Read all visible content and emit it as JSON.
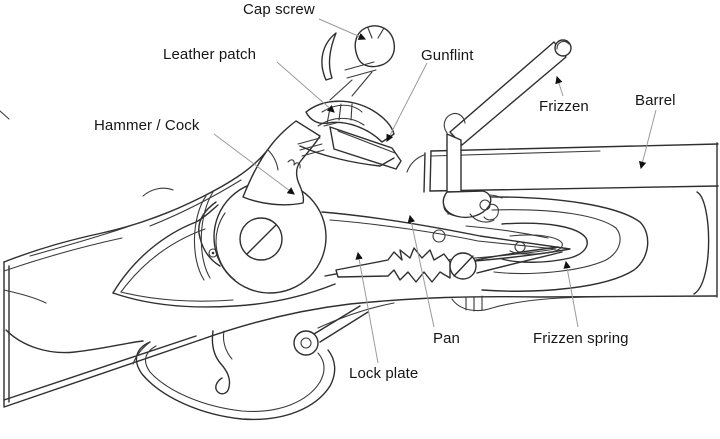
{
  "figure": {
    "type": "labeled-diagram",
    "subject": "Flintlock mechanism side view",
    "colors": {
      "background": "#ffffff",
      "line": "#2f2f2f",
      "label_text": "#161616",
      "leader_line": "#9b9b9b",
      "arrowhead": "#111111"
    },
    "labels": {
      "cap_screw": "Cap screw",
      "leather_patch": "Leather patch",
      "hammer_cock": "Hammer / Cock",
      "gunflint": "Gunflint",
      "frizzen": "Frizzen",
      "barrel": "Barrel",
      "pan": "Pan",
      "frizzen_spring": "Frizzen spring",
      "lock_plate": "Lock plate"
    }
  }
}
